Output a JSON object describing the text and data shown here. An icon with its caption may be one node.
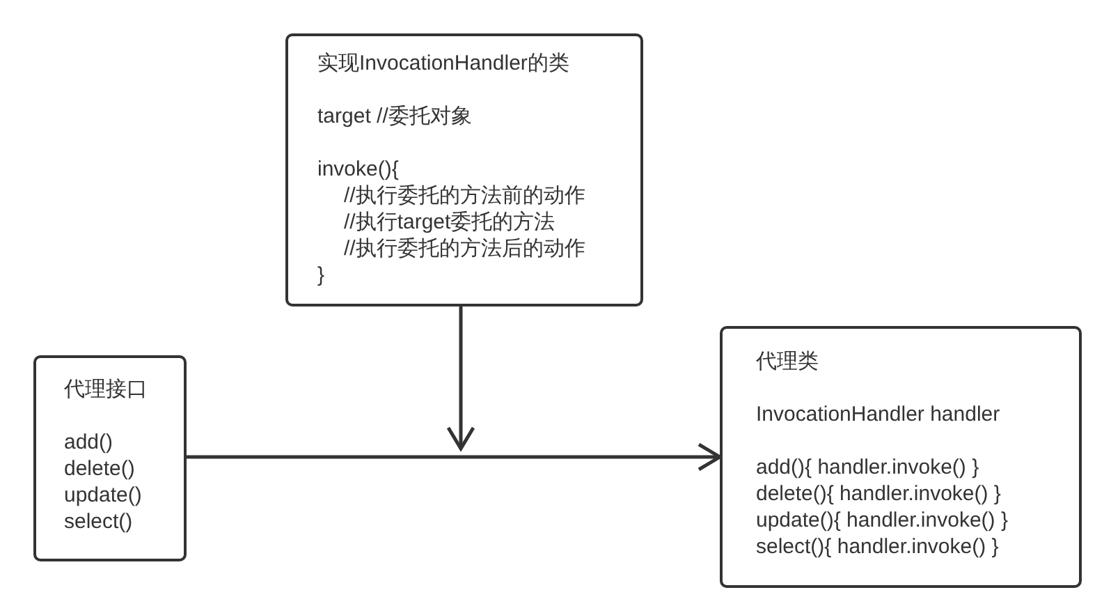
{
  "diagram": {
    "nodes": [
      {
        "text": [
          "实现InvocationHandler的类",
          "target //委托对象",
          "invoke(){",
          "//执行委托的方法前的动作",
          "//执行target委托的方法",
          "//执行委托的方法后的动作",
          "}"
        ]
      },
      {
        "text": [
          "代理接口",
          "add()",
          "delete()",
          "update()",
          "select()"
        ]
      },
      {
        "text": [
          "代理类",
          "InvocationHandler handler",
          "add(){ handler.invoke() }",
          "delete(){ handler.invoke() }",
          "update(){ handler.invoke() }",
          "select(){ handler.invoke() }"
        ]
      }
    ],
    "edges": [
      {
        "from": 0,
        "to": null,
        "arrow": "to"
      },
      {
        "from": 1,
        "to": 2,
        "arrow": "to"
      }
    ]
  }
}
